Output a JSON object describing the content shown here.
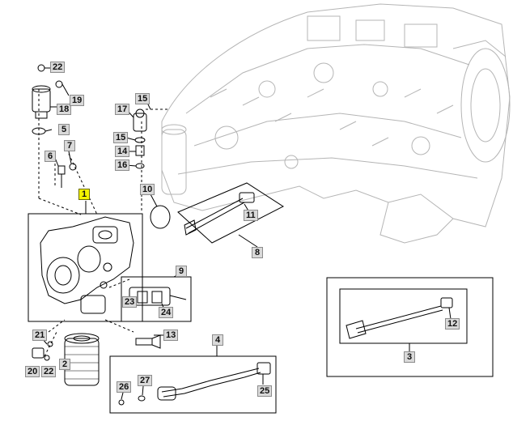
{
  "callouts": [
    {
      "id": "c1",
      "label": "1",
      "highlighted": true
    },
    {
      "id": "c2",
      "label": "2"
    },
    {
      "id": "c3",
      "label": "3"
    },
    {
      "id": "c4",
      "label": "4"
    },
    {
      "id": "c5",
      "label": "5"
    },
    {
      "id": "c6",
      "label": "6"
    },
    {
      "id": "c7",
      "label": "7"
    },
    {
      "id": "c8",
      "label": "8"
    },
    {
      "id": "c9",
      "label": "9"
    },
    {
      "id": "c10",
      "label": "10"
    },
    {
      "id": "c11",
      "label": "11"
    },
    {
      "id": "c12",
      "label": "12"
    },
    {
      "id": "c13",
      "label": "13"
    },
    {
      "id": "c14",
      "label": "14"
    },
    {
      "id": "c15a",
      "label": "15"
    },
    {
      "id": "c15b",
      "label": "15"
    },
    {
      "id": "c16",
      "label": "16"
    },
    {
      "id": "c17",
      "label": "17"
    },
    {
      "id": "c18",
      "label": "18"
    },
    {
      "id": "c19",
      "label": "19"
    },
    {
      "id": "c20",
      "label": "20"
    },
    {
      "id": "c21",
      "label": "21"
    },
    {
      "id": "c22a",
      "label": "22"
    },
    {
      "id": "c22b",
      "label": "22"
    },
    {
      "id": "c23",
      "label": "23"
    },
    {
      "id": "c24",
      "label": "24"
    },
    {
      "id": "c25",
      "label": "25"
    },
    {
      "id": "c26",
      "label": "26"
    },
    {
      "id": "c27",
      "label": "27"
    }
  ],
  "colors": {
    "highlight": "#f4f400",
    "callout_bg": "#d9d9d9",
    "line": "#000000",
    "background_art": "#b5b5b5"
  }
}
